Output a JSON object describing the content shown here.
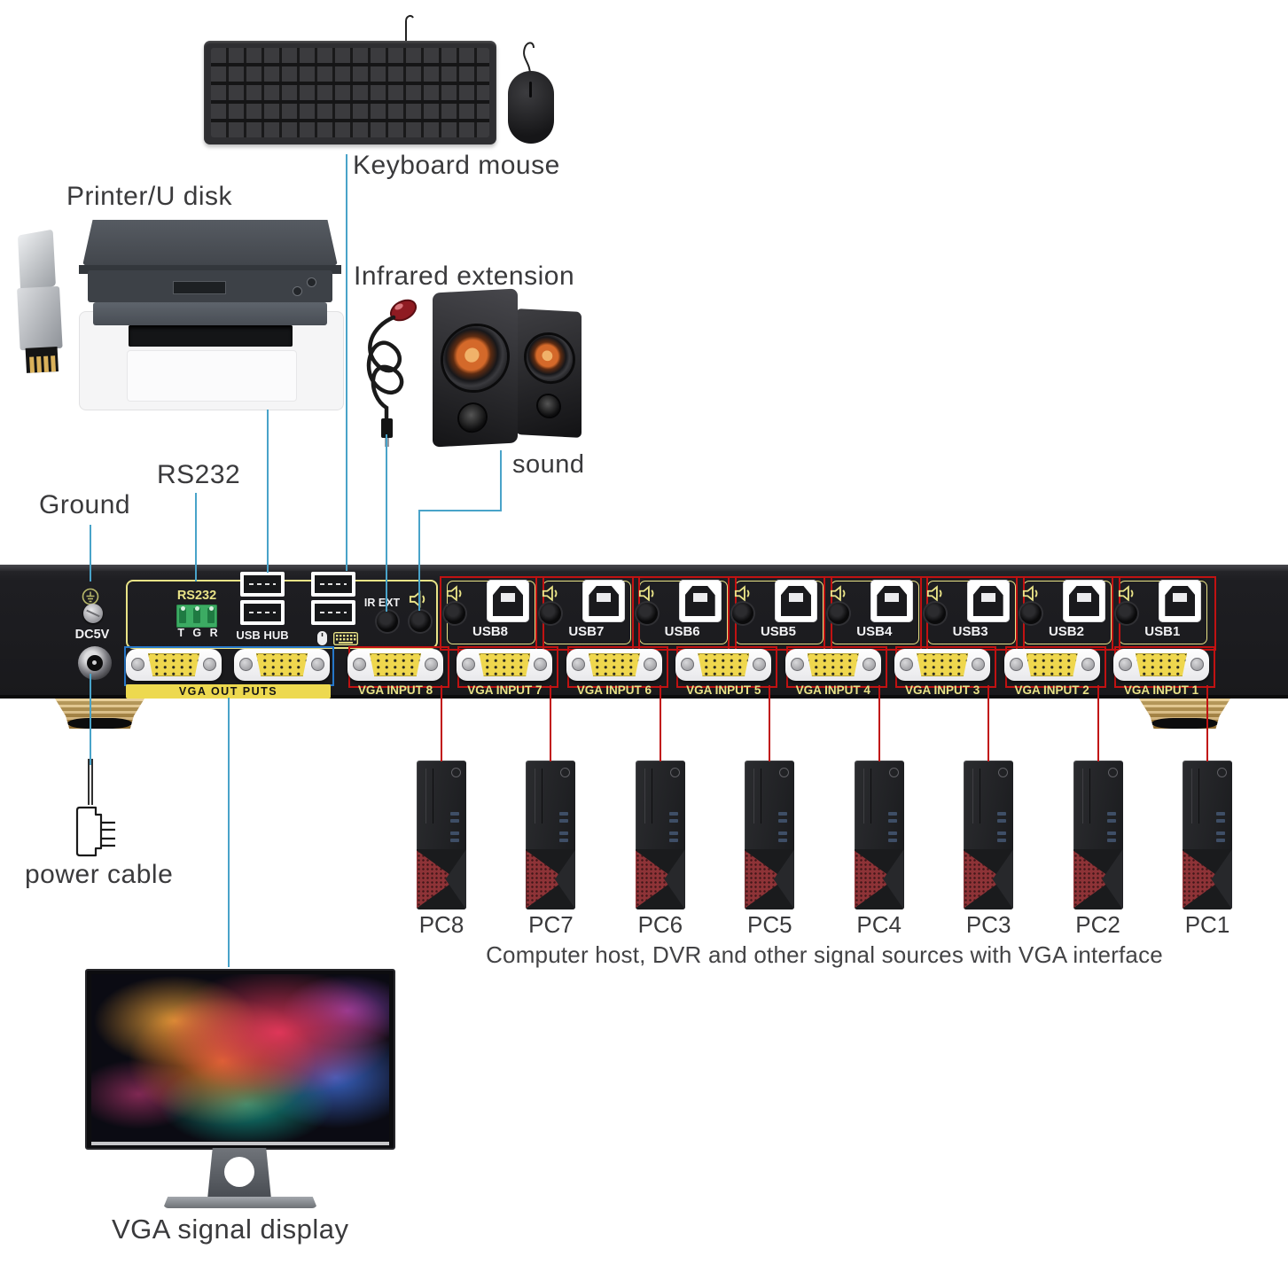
{
  "labels": {
    "keyboard_mouse": "Keyboard mouse",
    "printer_udisk": "Printer/U disk",
    "infrared_extension": "Infrared extension",
    "sound": "sound",
    "ground": "Ground",
    "rs232": "RS232",
    "power_cable": "power cable",
    "vga_signal_display": "VGA signal display",
    "caption": "Computer host, DVR and other signal sources with VGA interface"
  },
  "device": {
    "dc5v_label": "DC5V",
    "rs232_label": "RS232",
    "rs232_pins_label": "T G R",
    "usb_hub_label": "USB HUB",
    "ir_ext_label": "IR EXT",
    "vga_outputs_label": "VGA OUT PUTS",
    "channels": [
      {
        "usb_label": "USB8",
        "vga_label": "VGA INPUT 8",
        "pc_label": "PC8"
      },
      {
        "usb_label": "USB7",
        "vga_label": "VGA INPUT 7",
        "pc_label": "PC7"
      },
      {
        "usb_label": "USB6",
        "vga_label": "VGA INPUT 6",
        "pc_label": "PC6"
      },
      {
        "usb_label": "USB5",
        "vga_label": "VGA INPUT 5",
        "pc_label": "PC5"
      },
      {
        "usb_label": "USB4",
        "vga_label": "VGA INPUT 4",
        "pc_label": "PC4"
      },
      {
        "usb_label": "USB3",
        "vga_label": "VGA INPUT 3",
        "pc_label": "PC3"
      },
      {
        "usb_label": "USB2",
        "vga_label": "VGA INPUT 2",
        "pc_label": "PC2"
      },
      {
        "usb_label": "USB1",
        "vga_label": "VGA INPUT 1",
        "pc_label": "PC1"
      }
    ]
  },
  "icons": {
    "ground": "ground-symbol-icon",
    "speaker": "speaker-audio-icon",
    "mouse": "mouse-icon",
    "keyboard": "keyboard-icon"
  },
  "colors": {
    "connection_blue": "#49a3c9",
    "connection_red": "#c11212",
    "outline_yellow": "#e9e387",
    "outline_blue": "#2677c9",
    "band_yellow": "#edd94f",
    "vga_insert_yellow": "#efd74e"
  }
}
